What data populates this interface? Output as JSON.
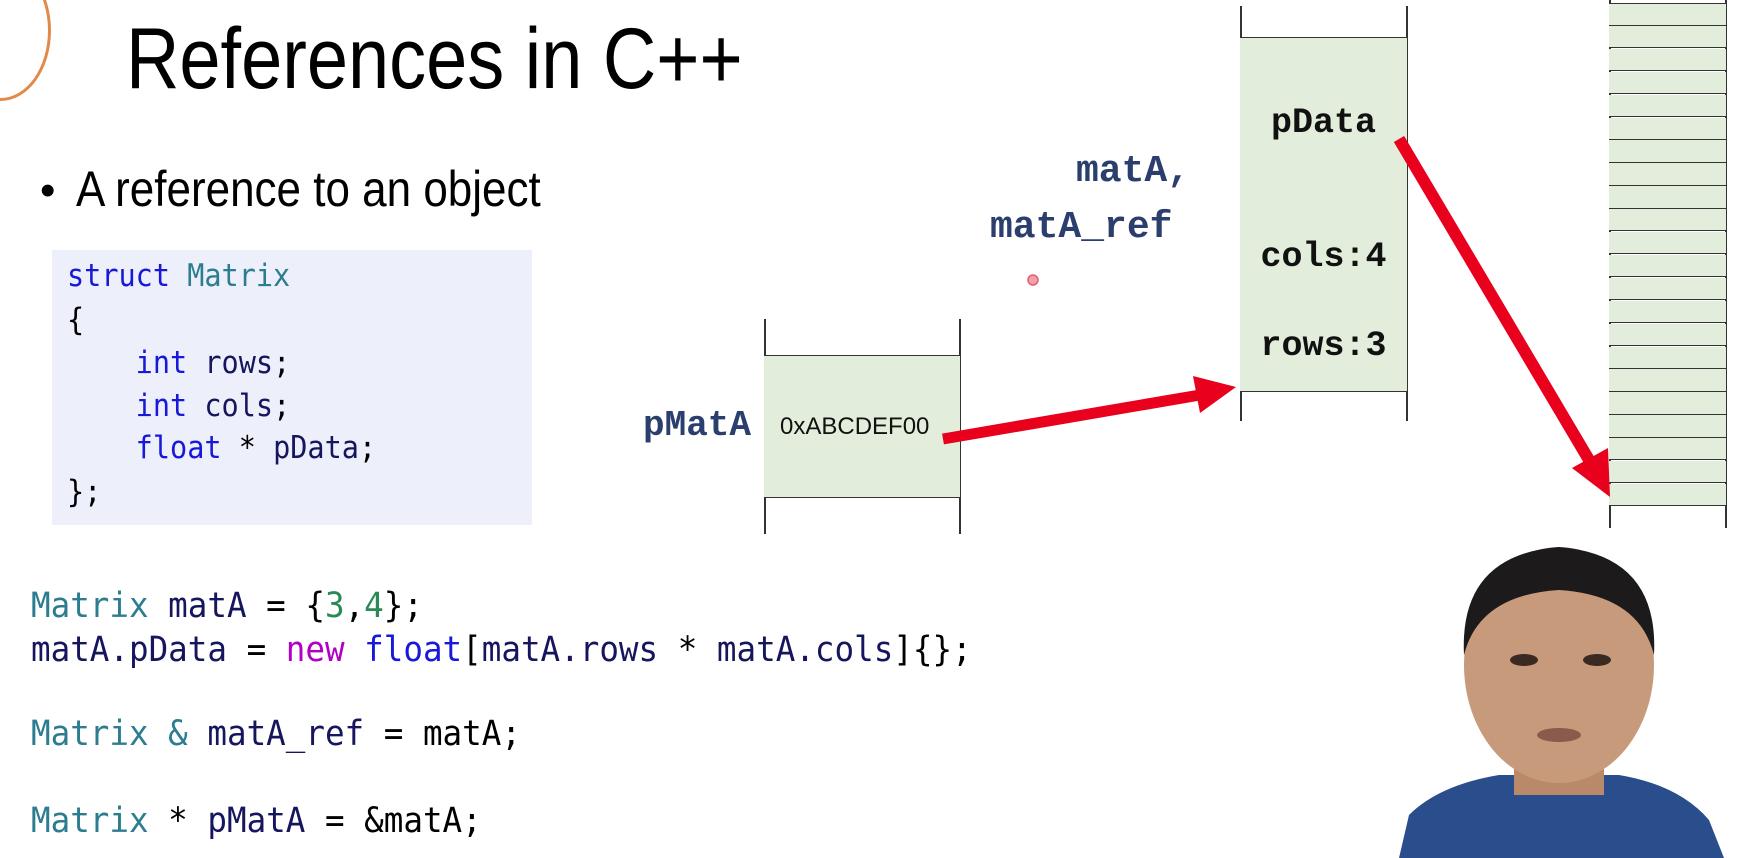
{
  "slide": {
    "title": "References in C++",
    "bullet": "A reference to an object",
    "bullet_marker": "•"
  },
  "struct_code": [
    [
      {
        "t": "struct",
        "c": "kw"
      },
      {
        "t": " ",
        "c": "p"
      },
      {
        "t": "Matrix",
        "c": "type"
      }
    ],
    [
      {
        "t": "{",
        "c": "p"
      }
    ],
    [
      {
        "t": "    int",
        "c": "kw"
      },
      {
        "t": " rows",
        "c": "id"
      },
      {
        "t": ";",
        "c": "p"
      }
    ],
    [
      {
        "t": "    int",
        "c": "kw"
      },
      {
        "t": " cols",
        "c": "id"
      },
      {
        "t": ";",
        "c": "p"
      }
    ],
    [
      {
        "t": "    float",
        "c": "kw"
      },
      {
        "t": " * ",
        "c": "p"
      },
      {
        "t": "pData",
        "c": "id"
      },
      {
        "t": ";",
        "c": "p"
      }
    ],
    [
      {
        "t": "};",
        "c": "p"
      }
    ]
  ],
  "main_code": [
    [
      {
        "t": "Matrix",
        "c": "type"
      },
      {
        "t": " matA",
        "c": "id"
      },
      {
        "t": " = {",
        "c": "p"
      },
      {
        "t": "3",
        "c": "num"
      },
      {
        "t": ",",
        "c": "p"
      },
      {
        "t": "4",
        "c": "num"
      },
      {
        "t": "};",
        "c": "p"
      }
    ],
    [
      {
        "t": "matA.pData",
        "c": "id"
      },
      {
        "t": " = ",
        "c": "p"
      },
      {
        "t": "new",
        "c": "new"
      },
      {
        "t": " float",
        "c": "kw"
      },
      {
        "t": "[",
        "c": "p"
      },
      {
        "t": "matA.rows",
        "c": "id"
      },
      {
        "t": " * ",
        "c": "p"
      },
      {
        "t": "matA.cols",
        "c": "id"
      },
      {
        "t": "]{};",
        "c": "p"
      }
    ],
    [
      {
        "t": "Matrix",
        "c": "type"
      },
      {
        "t": " & ",
        "c": "type"
      },
      {
        "t": "matA_ref",
        "c": "id"
      },
      {
        "t": " = matA;",
        "c": "p"
      }
    ],
    [
      {
        "t": "Matrix",
        "c": "type"
      },
      {
        "t": " * ",
        "c": "p"
      },
      {
        "t": "pMatA",
        "c": "id"
      },
      {
        "t": " = &matA;",
        "c": "p"
      }
    ]
  ],
  "diagram": {
    "pointer_label": "pMatA",
    "pointer_value": "0xABCDEF00",
    "object_label_1": "matA,",
    "object_label_2": "matA_ref",
    "fields": {
      "pdata": "pData",
      "cols": "cols:4",
      "rows": "rows:3"
    },
    "array_cells": 22,
    "arrow_color": "#e8001c",
    "cell_fill": "#e2eedb"
  }
}
